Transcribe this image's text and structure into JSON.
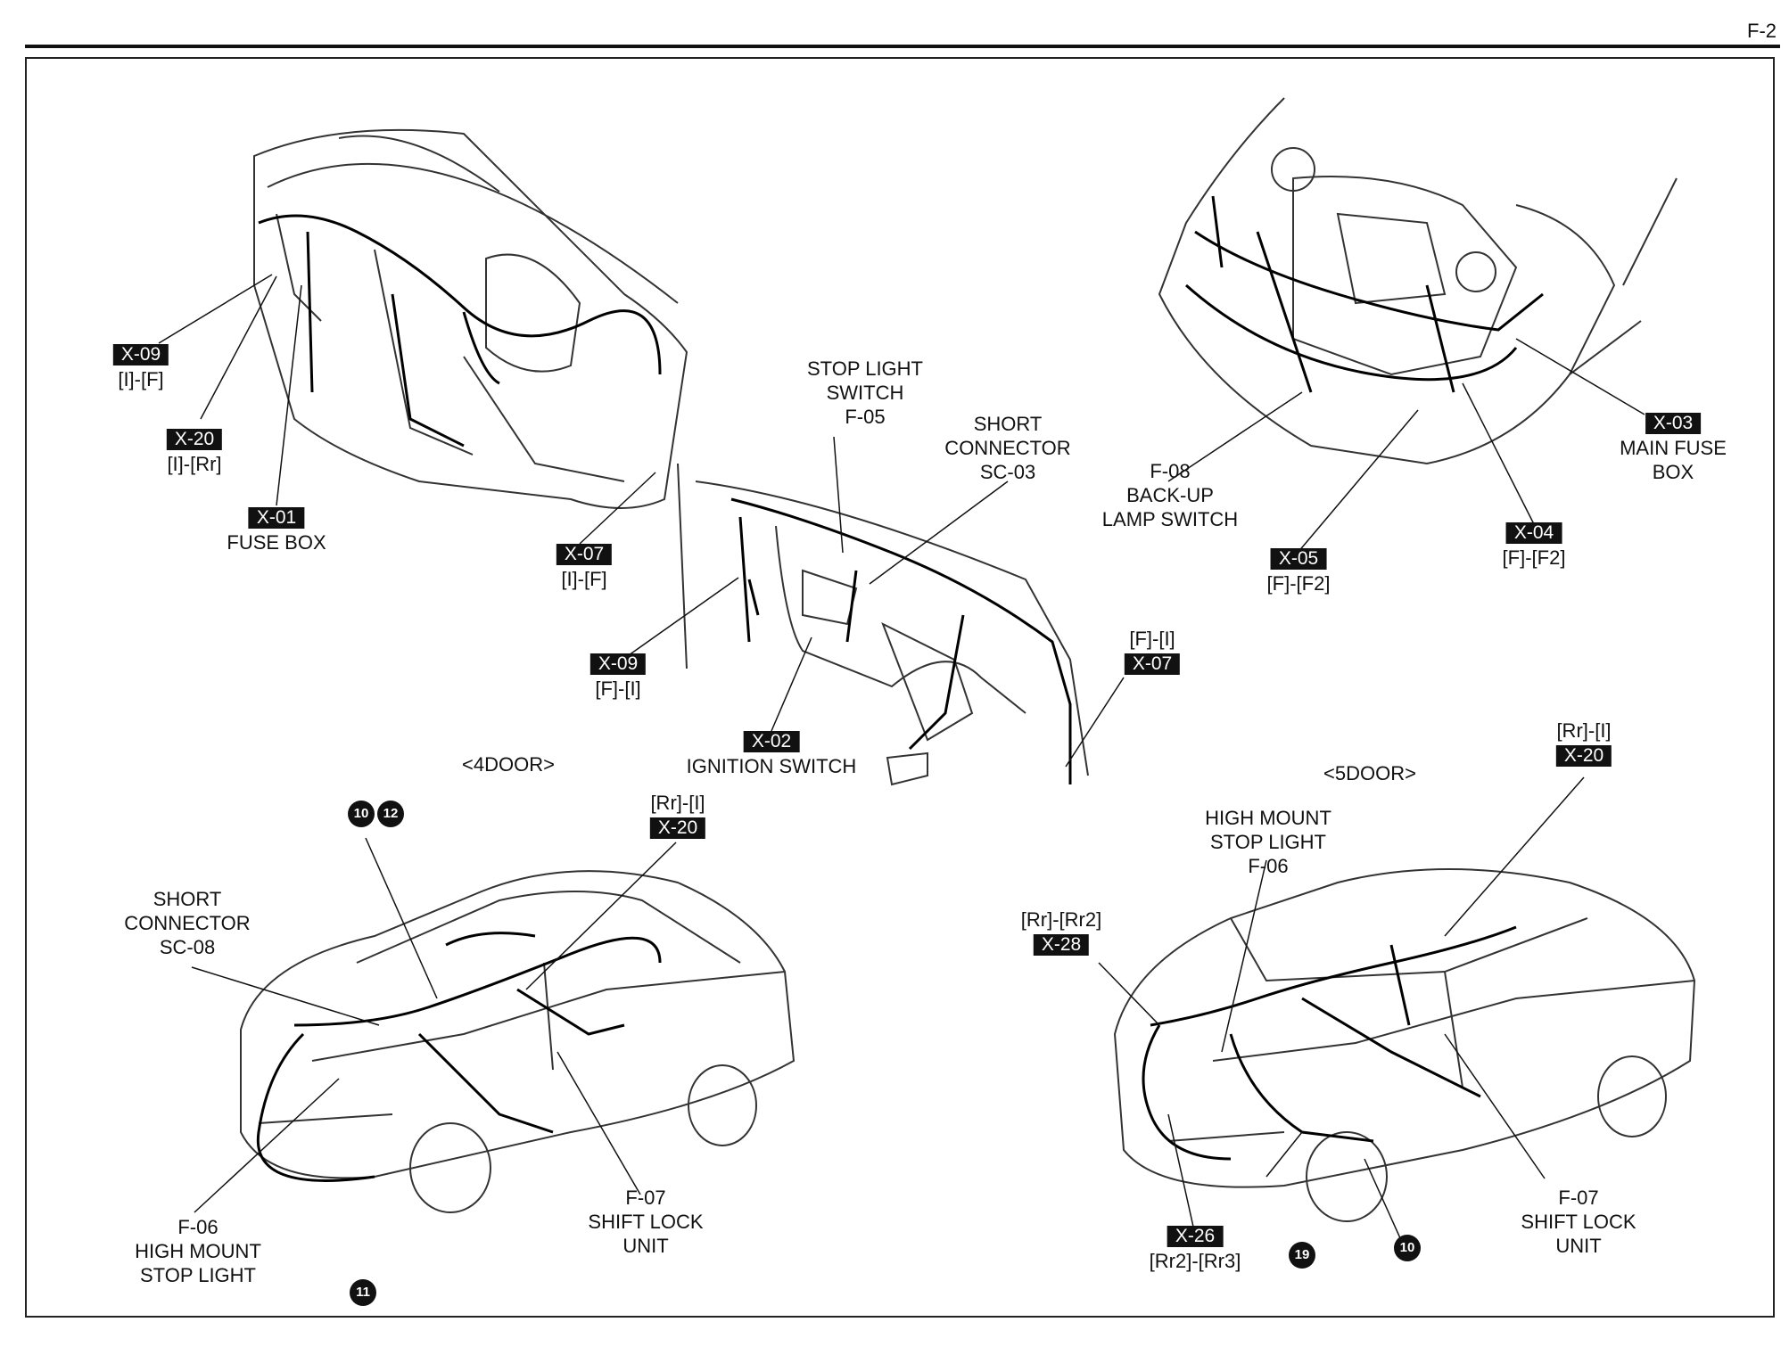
{
  "page": {
    "number": "F-2"
  },
  "variants": {
    "four_door": "<4DOOR>",
    "five_door": "<5DOOR>"
  },
  "labels": {
    "dash_x09": {
      "code": "X-09",
      "lines": [
        "[I]-[F]"
      ]
    },
    "dash_x20": {
      "code": "X-20",
      "lines": [
        "[I]-[Rr]"
      ]
    },
    "dash_x01": {
      "code": "X-01",
      "lines": [
        "FUSE BOX"
      ]
    },
    "dash_x07": {
      "code": "X-07",
      "lines": [
        "[I]-[F]"
      ]
    },
    "stop_light_switch": {
      "lines": [
        "STOP LIGHT",
        "SWITCH",
        "F-05"
      ]
    },
    "short_connector_sc03": {
      "lines": [
        "SHORT",
        "CONNECTOR",
        "SC-03"
      ]
    },
    "floor_x09": {
      "code": "X-09",
      "lines": [
        "[F]-[I]"
      ]
    },
    "floor_x02": {
      "code": "X-02",
      "lines": [
        "IGNITION SWITCH"
      ]
    },
    "floor_x07": {
      "pre": "[F]-[I]",
      "code": "X-07"
    },
    "engine_f08": {
      "lines": [
        "F-08",
        "BACK-UP",
        "LAMP SWITCH"
      ]
    },
    "engine_x05": {
      "code": "X-05",
      "lines": [
        "[F]-[F2]"
      ]
    },
    "engine_x04": {
      "code": "X-04",
      "lines": [
        "[F]-[F2]"
      ]
    },
    "engine_x03": {
      "code": "X-03",
      "lines": [
        "MAIN FUSE",
        "BOX"
      ]
    },
    "sedan_sc08": {
      "lines": [
        "SHORT",
        "CONNECTOR",
        "SC-08"
      ]
    },
    "sedan_x20": {
      "pre": "[Rr]-[I]",
      "code": "X-20"
    },
    "sedan_f06": {
      "lines": [
        "F-06",
        "HIGH MOUNT",
        "STOP LIGHT"
      ]
    },
    "sedan_f07": {
      "lines": [
        "F-07",
        "SHIFT LOCK",
        "UNIT"
      ]
    },
    "hatch_f06": {
      "lines": [
        "HIGH MOUNT",
        "STOP LIGHT",
        "F-06"
      ]
    },
    "hatch_x20": {
      "pre": "[Rr]-[I]",
      "code": "X-20"
    },
    "hatch_x28": {
      "pre": "[Rr]-[Rr2]",
      "code": "X-28"
    },
    "hatch_x26": {
      "code": "X-26",
      "lines": [
        "[Rr2]-[Rr3]"
      ]
    },
    "hatch_f07": {
      "lines": [
        "F-07",
        "SHIFT LOCK",
        "UNIT"
      ]
    }
  },
  "ground_points": {
    "sedan_10": "10",
    "sedan_12": "12",
    "sedan_11": "11",
    "hatch_19": "19",
    "hatch_10": "10"
  }
}
